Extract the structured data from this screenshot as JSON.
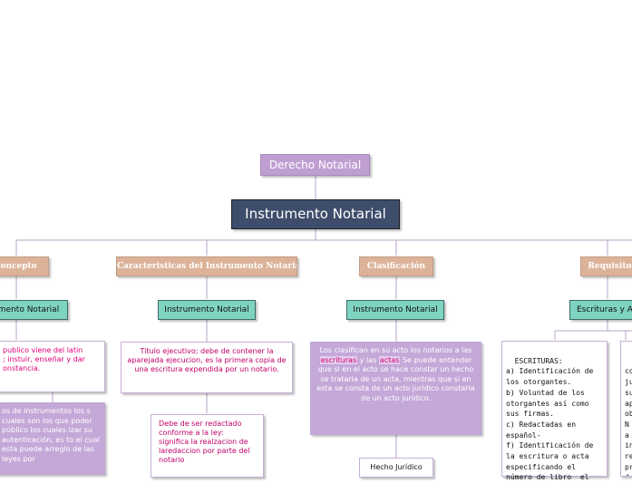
{
  "nodes": {
    "derecho_notarial": "Derecho Notarial",
    "instrumento_notarial_main": "Instrumento Notarial",
    "concepto": "Concepto",
    "caracteristicas": "Caracteristicas del Instrumento Notarial",
    "clasificacion": "Clasificación",
    "requisitos": "Requisitos",
    "teal_concepto": "mento Notarial",
    "teal_caracteristicas": "Instrumento Notarial",
    "teal_clasificacion": "Instrumento Notarial",
    "teal_requisitos": "Escrituras y A",
    "hecho_juridico": "Hecho Jurídico"
  },
  "concepto_box1": {
    "word": "publico",
    "line1_rest": " viene del latin",
    "line2": "; instuir, enseñar y dar",
    "line3": "onstancia."
  },
  "concepto_box2": {
    "text": "os de instrumentos los s cuales son los que poder público los cuales izar su autenticación, es to el cual esta puede arreglo de las leyes por"
  },
  "caracteristicas_box1": {
    "text": "Titulo ejecutivo; debe de contener la aparejada ejecucion, es la primera copia de una escritura expendida por un notario."
  },
  "caracteristicas_box2": {
    "text": "Debe de ser redactado conforme a la ley: significa la realzacion de laredaccion por parte del notario"
  },
  "clasificacion_box": {
    "part1": "Los clasifican en su acto los notarios a las ",
    "escrituras": "escrituras",
    "part2": " y las ",
    "actas": "actas",
    "part3": " Se puede entender que si en el acto se hace constar un hecho se trataria de un acta, mientras que si en esta se consta de un acto juridico constaria de un acto jurídico."
  },
  "requisitos_box1": {
    "text": "ESCRITURAS:\na) Identificación de los otorgantes.\nb) Voluntad de los otorgantes así como sus firmas.\nc) Redactadas en español-\nf) Identificación de la escritura o acta especificando el número de libro  el"
  },
  "requisitos_box2": {
    "text": "AC\nco\nju\nsu\nap\nob\nN\na\nin\nre\npr\nd"
  },
  "colors": {
    "root_purple": "#bf9fd2",
    "main_navy": "#3d4d6b",
    "tan": "#dcb399",
    "teal": "#7fd3c1",
    "lilac": "#c3a8d8",
    "pink_text": "#e0007a"
  }
}
